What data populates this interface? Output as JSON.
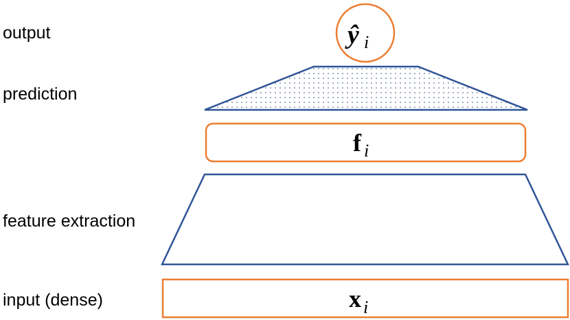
{
  "labels": {
    "output": "output",
    "prediction": "prediction",
    "feature_extraction": "feature extraction",
    "input": "input (dense)"
  },
  "nodes": {
    "output_symbol": "ŷ",
    "output_subscript": "i",
    "feature_symbol": "f",
    "feature_subscript": "i",
    "input_symbol": "x",
    "input_subscript": "i"
  },
  "colors": {
    "orange": "#ED7D31",
    "blue": "#2F5597",
    "text": "#000000",
    "dot": "#5B6F9A"
  }
}
